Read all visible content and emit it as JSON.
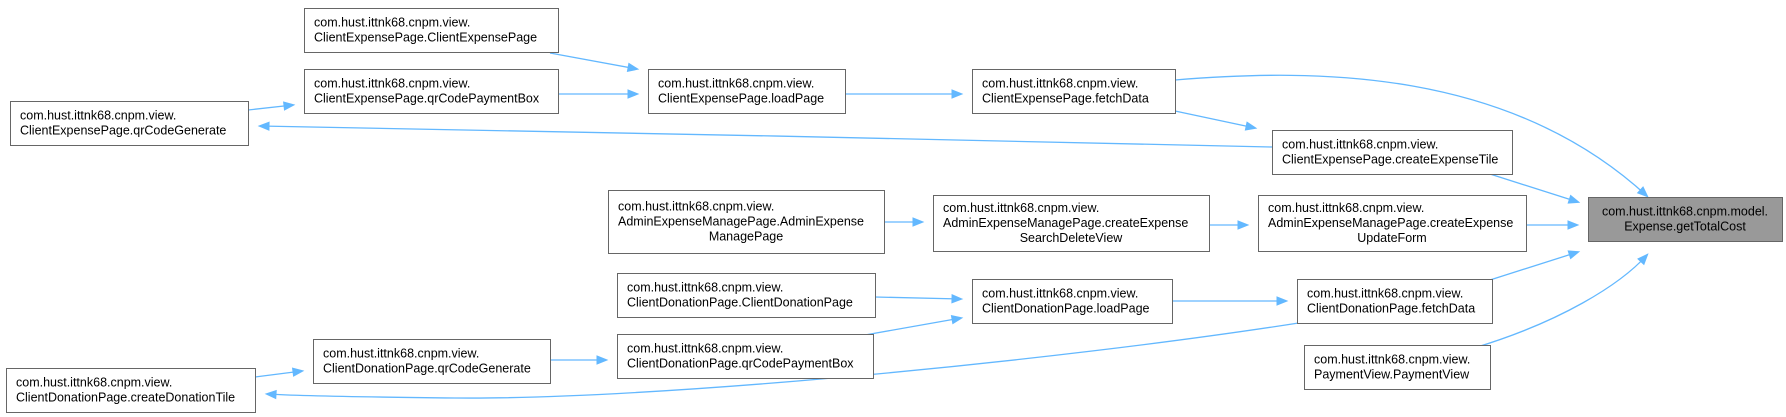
{
  "graph": {
    "edge_color": "#63b8ff",
    "node_border_color": "#666666",
    "target_fill_color": "#999999",
    "nodes": [
      {
        "id": "target",
        "lines": [
          "com.hust.ittnk68.cnpm.model.",
          "Expense.getTotalCost"
        ],
        "highlighted": true
      },
      {
        "id": "cep_fetchData",
        "lines": [
          "com.hust.ittnk68.cnpm.view.",
          "ClientExpensePage.fetchData"
        ]
      },
      {
        "id": "cep_createExpenseTile",
        "lines": [
          "com.hust.ittnk68.cnpm.view.",
          "ClientExpensePage.createExpenseTile"
        ]
      },
      {
        "id": "aemp_createExpenseUpdateForm",
        "lines": [
          "com.hust.ittnk68.cnpm.view.",
          "AdminExpenseManagePage.createExpense",
          "UpdateForm"
        ]
      },
      {
        "id": "cdp_fetchData",
        "lines": [
          "com.hust.ittnk68.cnpm.view.",
          "ClientDonationPage.fetchData"
        ]
      },
      {
        "id": "pv_PaymentView",
        "lines": [
          "com.hust.ittnk68.cnpm.view.",
          "PaymentView.PaymentView"
        ]
      },
      {
        "id": "cep_loadPage",
        "lines": [
          "com.hust.ittnk68.cnpm.view.",
          "ClientExpensePage.loadPage"
        ]
      },
      {
        "id": "cep_ClientExpensePage",
        "lines": [
          "com.hust.ittnk68.cnpm.view.",
          "ClientExpensePage.ClientExpensePage"
        ]
      },
      {
        "id": "cep_qrCodePaymentBox",
        "lines": [
          "com.hust.ittnk68.cnpm.view.",
          "ClientExpensePage.qrCodePaymentBox"
        ]
      },
      {
        "id": "cep_qrCodeGenerate",
        "lines": [
          "com.hust.ittnk68.cnpm.view.",
          "ClientExpensePage.qrCodeGenerate"
        ]
      },
      {
        "id": "aemp_createExpenseSearchDeleteView",
        "lines": [
          "com.hust.ittnk68.cnpm.view.",
          "AdminExpenseManagePage.createExpense",
          "SearchDeleteView"
        ]
      },
      {
        "id": "aemp_AdminExpenseManagePage",
        "lines": [
          "com.hust.ittnk68.cnpm.view.",
          "AdminExpenseManagePage.AdminExpense",
          "ManagePage"
        ]
      },
      {
        "id": "cdp_loadPage",
        "lines": [
          "com.hust.ittnk68.cnpm.view.",
          "ClientDonationPage.loadPage"
        ]
      },
      {
        "id": "cdp_ClientDonationPage",
        "lines": [
          "com.hust.ittnk68.cnpm.view.",
          "ClientDonationPage.ClientDonationPage"
        ]
      },
      {
        "id": "cdp_qrCodePaymentBox",
        "lines": [
          "com.hust.ittnk68.cnpm.view.",
          "ClientDonationPage.qrCodePaymentBox"
        ]
      },
      {
        "id": "cdp_qrCodeGenerate",
        "lines": [
          "com.hust.ittnk68.cnpm.view.",
          "ClientDonationPage.qrCodeGenerate"
        ]
      },
      {
        "id": "cdp_createDonationTile",
        "lines": [
          "com.hust.ittnk68.cnpm.view.",
          "ClientDonationPage.createDonationTile"
        ]
      }
    ],
    "edges": [
      {
        "from": "cep_fetchData",
        "to": "target"
      },
      {
        "from": "cep_createExpenseTile",
        "to": "target"
      },
      {
        "from": "aemp_createExpenseUpdateForm",
        "to": "target"
      },
      {
        "from": "cdp_fetchData",
        "to": "target"
      },
      {
        "from": "pv_PaymentView",
        "to": "target"
      },
      {
        "from": "cep_loadPage",
        "to": "cep_fetchData"
      },
      {
        "from": "cep_fetchData",
        "to": "cep_createExpenseTile"
      },
      {
        "from": "cep_ClientExpensePage",
        "to": "cep_loadPage"
      },
      {
        "from": "cep_qrCodePaymentBox",
        "to": "cep_loadPage"
      },
      {
        "from": "cep_qrCodeGenerate",
        "to": "cep_qrCodePaymentBox"
      },
      {
        "from": "cep_createExpenseTile",
        "to": "cep_qrCodeGenerate"
      },
      {
        "from": "aemp_createExpenseSearchDeleteView",
        "to": "aemp_createExpenseUpdateForm"
      },
      {
        "from": "aemp_AdminExpenseManagePage",
        "to": "aemp_createExpenseSearchDeleteView"
      },
      {
        "from": "cdp_loadPage",
        "to": "cdp_fetchData"
      },
      {
        "from": "cdp_ClientDonationPage",
        "to": "cdp_loadPage"
      },
      {
        "from": "cdp_qrCodePaymentBox",
        "to": "cdp_loadPage"
      },
      {
        "from": "cdp_qrCodeGenerate",
        "to": "cdp_qrCodePaymentBox"
      },
      {
        "from": "cdp_createDonationTile",
        "to": "cdp_qrCodeGenerate"
      },
      {
        "from": "cdp_fetchData",
        "to": "cdp_createDonationTile"
      }
    ]
  }
}
